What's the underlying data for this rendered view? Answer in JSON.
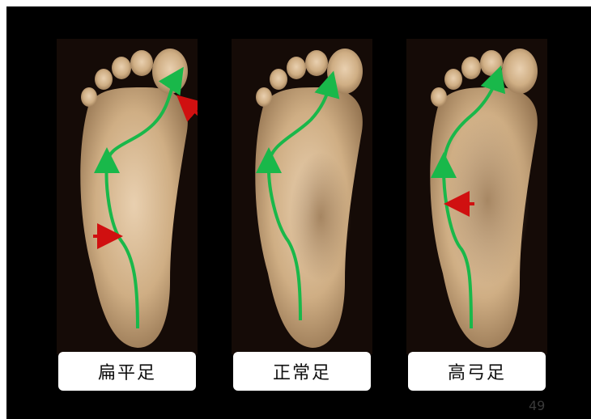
{
  "slide": {
    "labels": {
      "flat": "扁平足",
      "normal": "正常足",
      "high": "高弓足"
    },
    "page_number": "49"
  },
  "colors": {
    "background": "#000000",
    "skin": "#c9a57c",
    "arrow_path": "#19b84a",
    "marker": "#d01010",
    "label_box": "#ffffff"
  }
}
